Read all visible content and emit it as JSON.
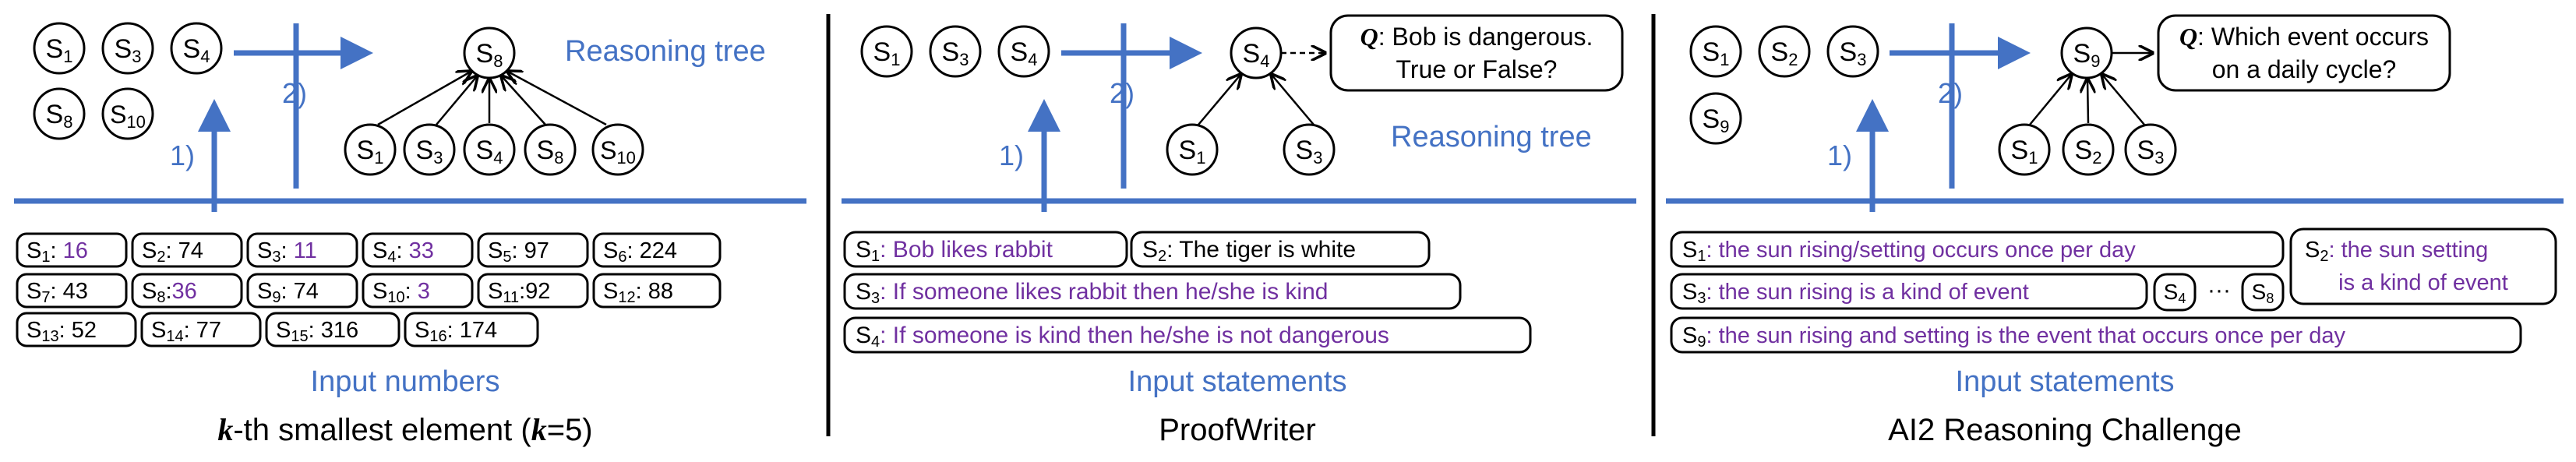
{
  "colors": {
    "accent_blue": "#4472c4",
    "value_purple": "#7030a0",
    "text": "#000000"
  },
  "panel1": {
    "top_nodes": [
      {
        "s": "S",
        "sub": "1"
      },
      {
        "s": "S",
        "sub": "3"
      },
      {
        "s": "S",
        "sub": "4"
      },
      {
        "s": "S",
        "sub": "8"
      },
      {
        "s": "S",
        "sub": "10"
      }
    ],
    "step1": "1)",
    "step2": "2)",
    "tree_label": "Reasoning tree",
    "root": {
      "s": "S",
      "sub": "8"
    },
    "children": [
      {
        "s": "S",
        "sub": "1"
      },
      {
        "s": "S",
        "sub": "3"
      },
      {
        "s": "S",
        "sub": "4"
      },
      {
        "s": "S",
        "sub": "8"
      },
      {
        "s": "S",
        "sub": "10"
      }
    ],
    "inputs": [
      {
        "s": "S",
        "sub": "1",
        "sep": ": ",
        "val": "16",
        "hl": true
      },
      {
        "s": "S",
        "sub": "2",
        "sep": ": ",
        "val": "74",
        "hl": false
      },
      {
        "s": "S",
        "sub": "3",
        "sep": ": ",
        "val": "11",
        "hl": true
      },
      {
        "s": "S",
        "sub": "4",
        "sep": ": ",
        "val": "33",
        "hl": true
      },
      {
        "s": "S",
        "sub": "5",
        "sep": ": ",
        "val": "97",
        "hl": false
      },
      {
        "s": "S",
        "sub": "6",
        "sep": ": ",
        "val": "224",
        "hl": false
      },
      {
        "s": "S",
        "sub": "7",
        "sep": ": ",
        "val": "43",
        "hl": false
      },
      {
        "s": "S",
        "sub": "8",
        "sep": ":",
        "val": "36",
        "hl": true
      },
      {
        "s": "S",
        "sub": "9",
        "sep": ": ",
        "val": "74",
        "hl": false
      },
      {
        "s": "S",
        "sub": "10",
        "sep": ": ",
        "val": "3",
        "hl": true
      },
      {
        "s": "S",
        "sub": "11",
        "sep": ":",
        "val": "92",
        "hl": false
      },
      {
        "s": "S",
        "sub": "12",
        "sep": ": ",
        "val": "88",
        "hl": false
      },
      {
        "s": "S",
        "sub": "13",
        "sep": ": ",
        "val": "52",
        "hl": false
      },
      {
        "s": "S",
        "sub": "14",
        "sep": ": ",
        "val": "77",
        "hl": false
      },
      {
        "s": "S",
        "sub": "15",
        "sep": ": ",
        "val": "316",
        "hl": false
      },
      {
        "s": "S",
        "sub": "16",
        "sep": ": ",
        "val": "174",
        "hl": false
      }
    ],
    "input_label": "Input numbers",
    "caption": {
      "k": "k",
      "mid": "-th smallest element (",
      "k2": "k",
      "end": "=5)"
    }
  },
  "panel2": {
    "top_nodes": [
      {
        "s": "S",
        "sub": "1"
      },
      {
        "s": "S",
        "sub": "3"
      },
      {
        "s": "S",
        "sub": "4"
      }
    ],
    "step1": "1)",
    "step2": "2)",
    "root": {
      "s": "S",
      "sub": "4"
    },
    "children": [
      {
        "s": "S",
        "sub": "1"
      },
      {
        "s": "S",
        "sub": "3"
      }
    ],
    "question": {
      "q": "Q",
      "line1": ": Bob is dangerous.",
      "line2": "True or False?"
    },
    "tree_label": "Reasoning tree",
    "statements": [
      {
        "s": "S",
        "sub": "1",
        "text": ": Bob likes rabbit",
        "hl": true
      },
      {
        "s": "S",
        "sub": "2",
        "text": ": The tiger is white",
        "hl": false
      },
      {
        "s": "S",
        "sub": "3",
        "text": ": If someone likes rabbit then he/she is kind",
        "hl": true
      },
      {
        "s": "S",
        "sub": "4",
        "text": ": If someone is kind then he/she is not dangerous",
        "hl": true
      }
    ],
    "input_label": "Input statements",
    "caption": "ProofWriter"
  },
  "panel3": {
    "top_nodes": [
      {
        "s": "S",
        "sub": "1"
      },
      {
        "s": "S",
        "sub": "2"
      },
      {
        "s": "S",
        "sub": "3"
      },
      {
        "s": "S",
        "sub": "9"
      }
    ],
    "step1": "1)",
    "step2": "2)",
    "root": {
      "s": "S",
      "sub": "9"
    },
    "children": [
      {
        "s": "S",
        "sub": "1"
      },
      {
        "s": "S",
        "sub": "2"
      },
      {
        "s": "S",
        "sub": "3"
      }
    ],
    "question": {
      "q": "Q",
      "line1": ": Which event occurs",
      "line2": "on a daily cycle?"
    },
    "statements": [
      {
        "s": "S",
        "sub": "1",
        "text": ": the sun rising/setting occurs once per day"
      },
      {
        "s": "S",
        "sub": "3",
        "text": ": the sun rising is a kind of event"
      },
      {
        "s": "S",
        "sub": "9",
        "text": ": the sun rising and setting is the event that occurs once per day"
      }
    ],
    "s2": {
      "s": "S",
      "sub": "2",
      "line1": ": the sun setting",
      "line2": "is a kind of event"
    },
    "s4": {
      "s": "S",
      "sub": "4"
    },
    "ellipsis": "···",
    "s8": {
      "s": "S",
      "sub": "8"
    },
    "input_label": "Input statements",
    "caption": "AI2 Reasoning Challenge"
  }
}
